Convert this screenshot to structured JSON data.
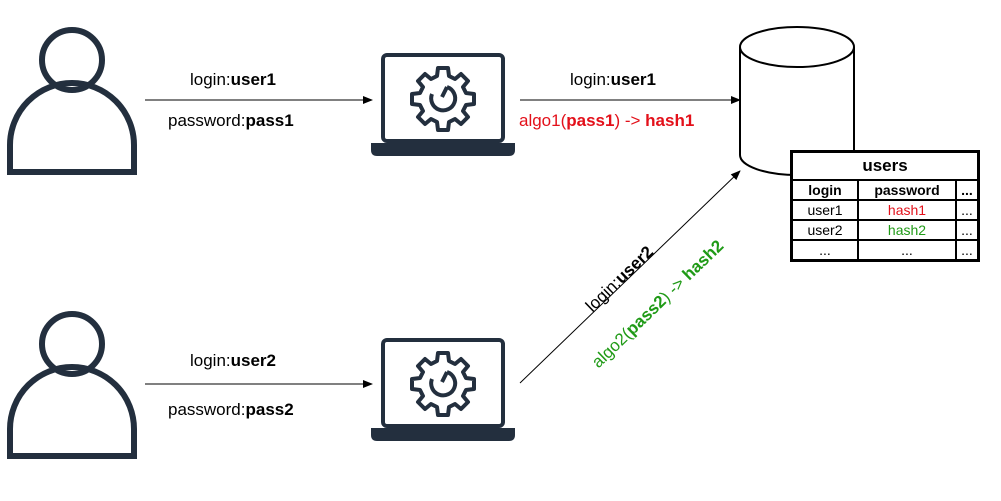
{
  "colors": {
    "stroke": "#232f3e",
    "red": "#e3101a",
    "green": "#1f9a16"
  },
  "flow1": {
    "user_login_prefix": "login:",
    "user_login_value": "user1",
    "user_password_prefix": "password:",
    "user_password_value": "pass1",
    "db_login_prefix": "login:",
    "db_login_value": "user1",
    "algo_name": "algo1(",
    "algo_pass": "pass1",
    "algo_arrow": ") -> ",
    "algo_hash": "hash1"
  },
  "flow2": {
    "user_login_prefix": "login:",
    "user_login_value": "user2",
    "user_password_prefix": "password:",
    "user_password_value": "pass2",
    "db_login_prefix": "login:",
    "db_login_value": "user2",
    "algo_name": "algo2(",
    "algo_pass": "pass2",
    "algo_arrow": ") -> ",
    "algo_hash": "hash2"
  },
  "table": {
    "title": "users",
    "headers": [
      "login",
      "password",
      "..."
    ],
    "rows": [
      [
        "user1",
        "hash1",
        "..."
      ],
      [
        "user2",
        "hash2",
        "..."
      ],
      [
        "...",
        "...",
        "..."
      ]
    ]
  }
}
